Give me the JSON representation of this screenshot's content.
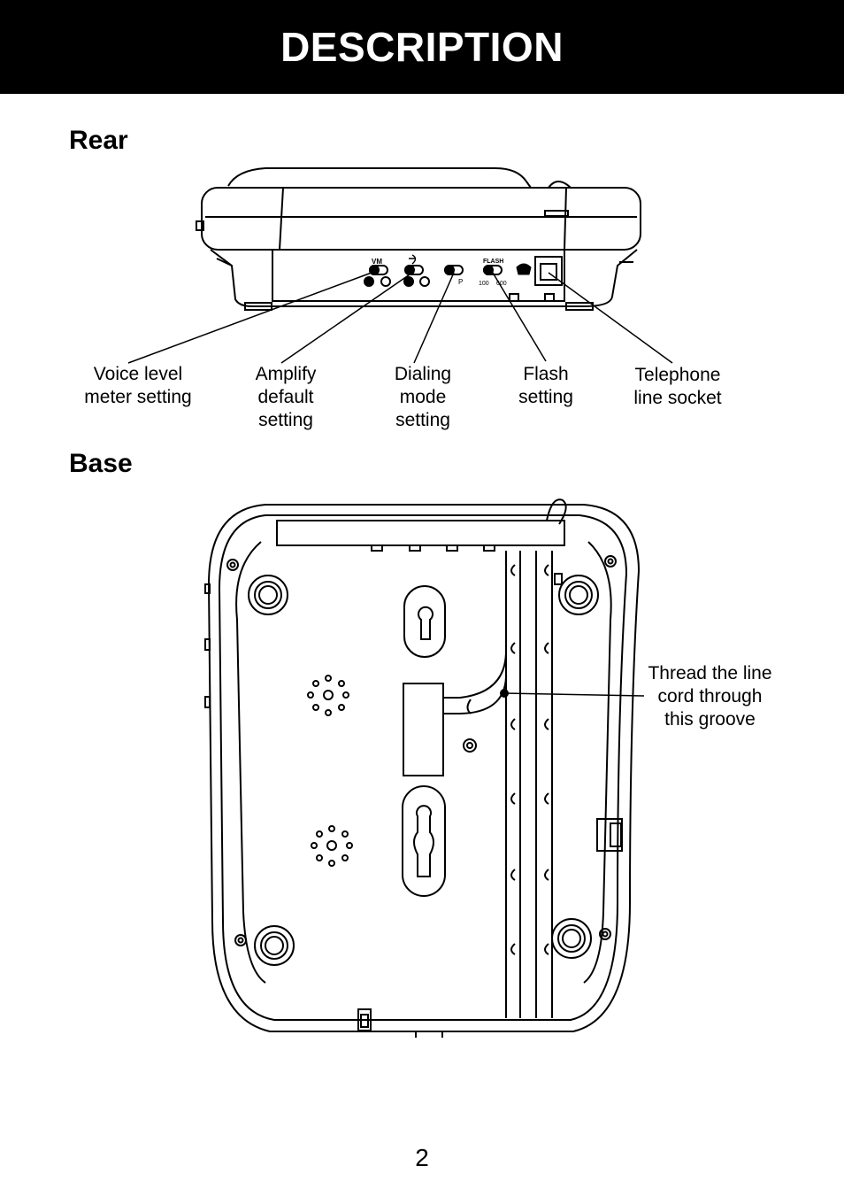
{
  "header": {
    "title": "DESCRIPTION"
  },
  "sections": {
    "rear": {
      "title": "Rear",
      "device_marks": {
        "vm": "VM",
        "p": "P",
        "flash": "FLASH",
        "flash_100": "100",
        "flash_600": "600"
      },
      "callouts": [
        {
          "text": "Voice level\nmeter setting"
        },
        {
          "text": "Amplify\ndefault\nsetting"
        },
        {
          "text": "Dialing\nmode\nsetting"
        },
        {
          "text": "Flash\nsetting"
        },
        {
          "text": "Telephone\nline socket"
        }
      ]
    },
    "base": {
      "title": "Base",
      "callouts": [
        {
          "text": "Thread the line\ncord through\nthis groove"
        }
      ]
    }
  },
  "footer": {
    "page_number": "2"
  }
}
